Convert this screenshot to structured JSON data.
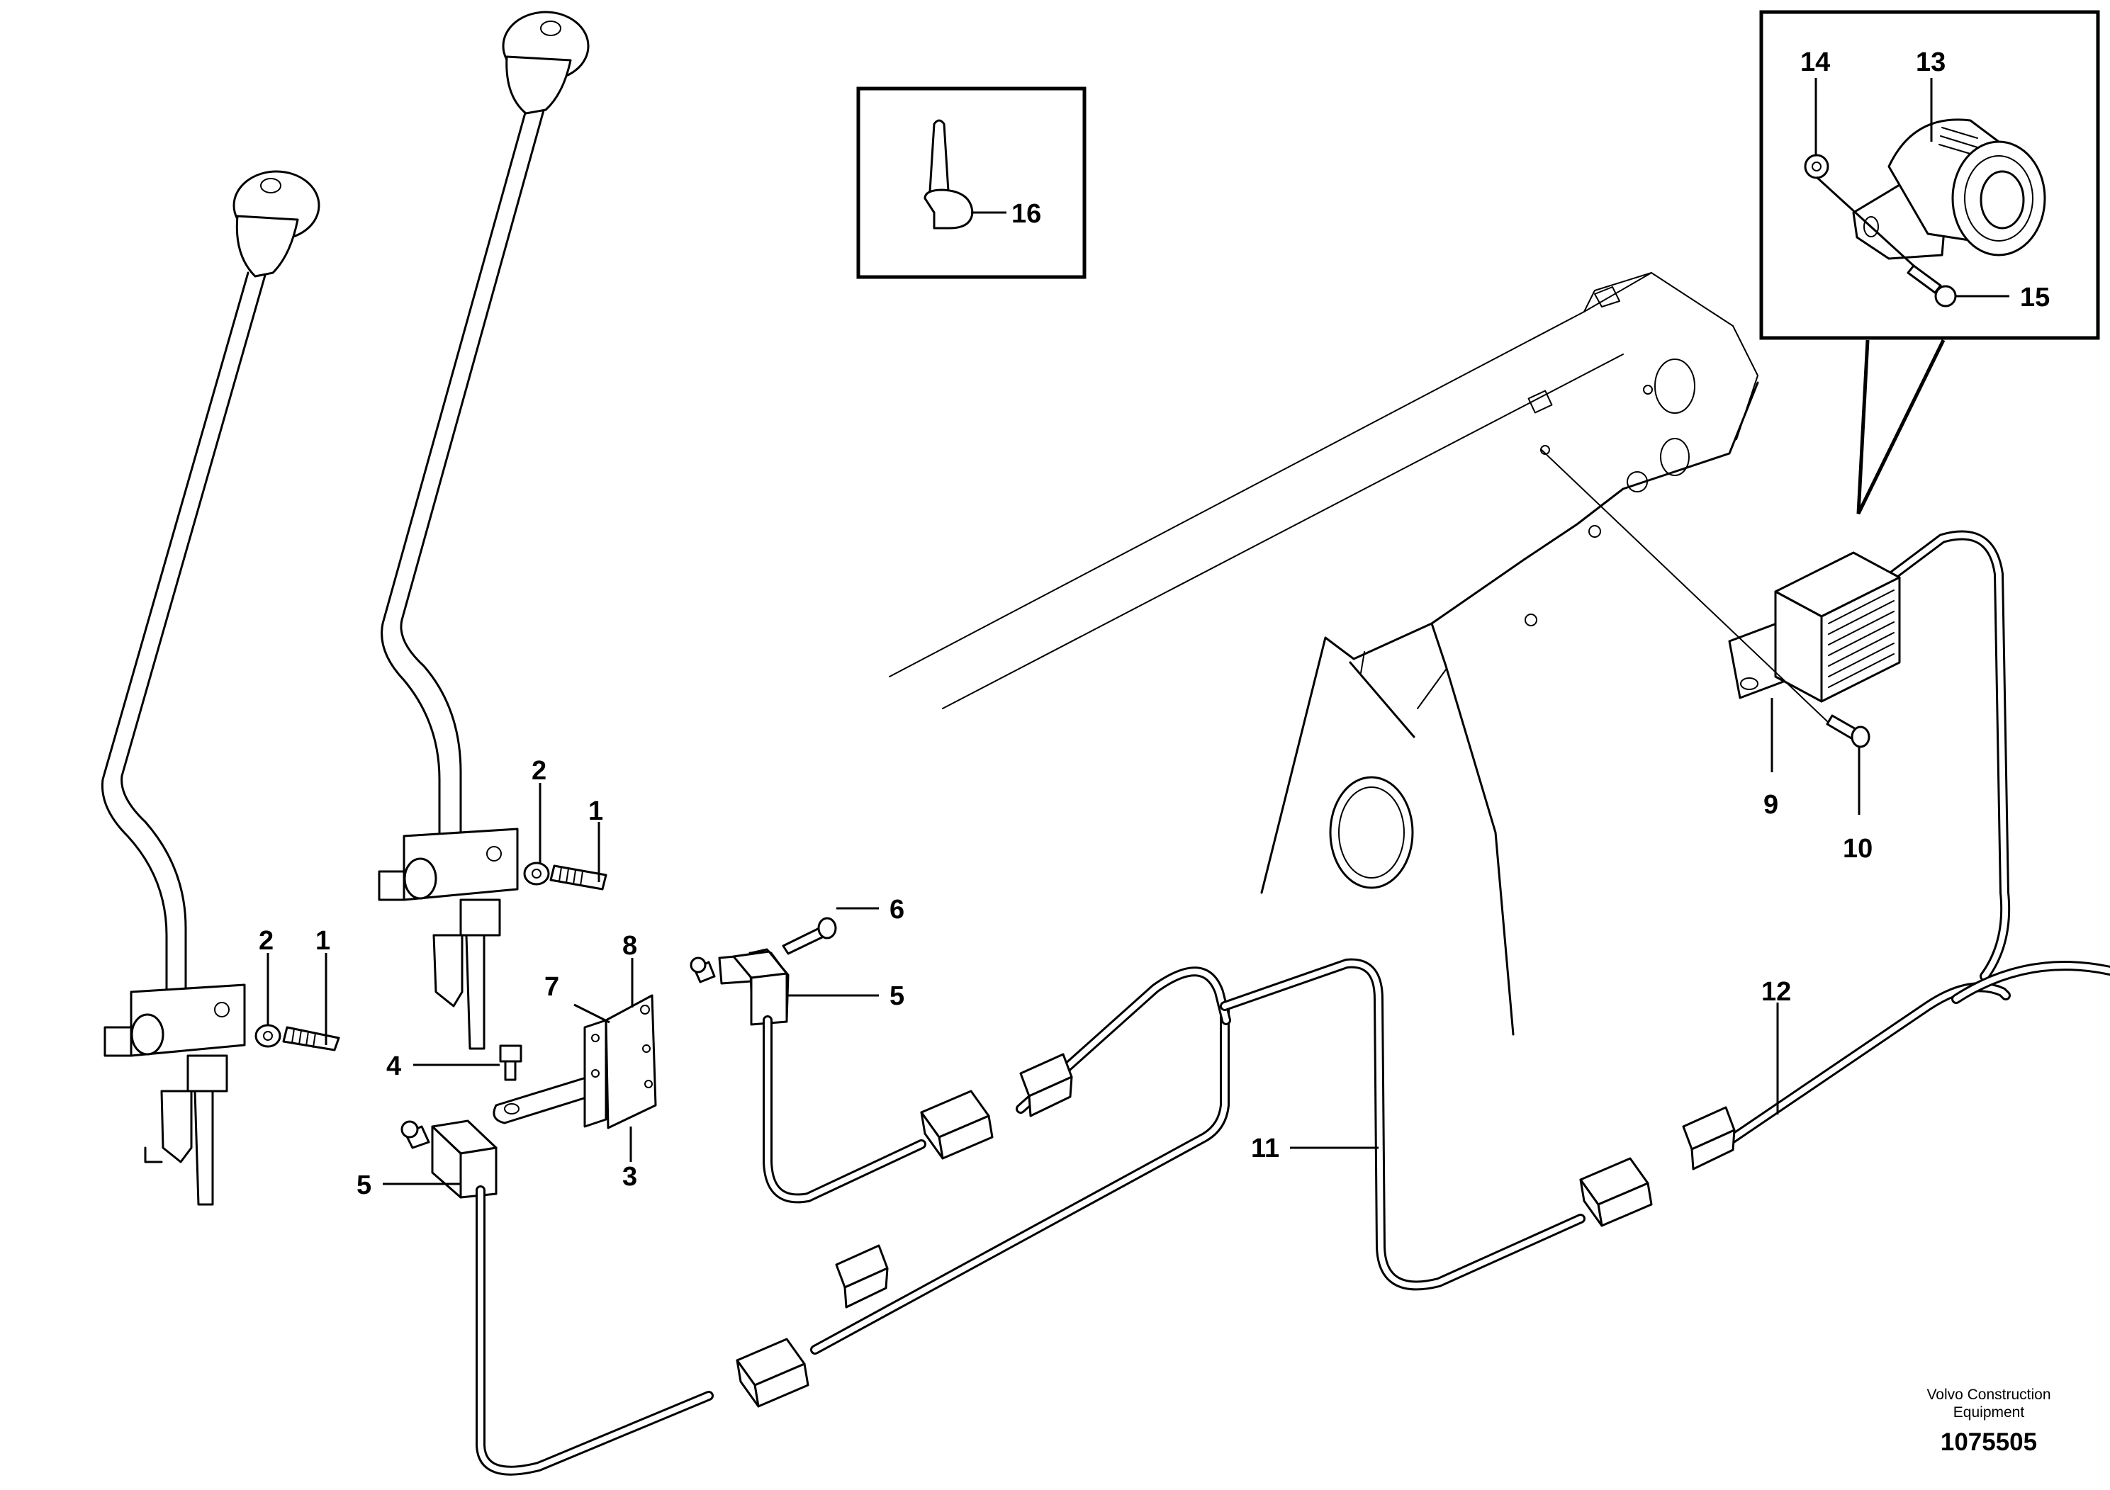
{
  "callouts": {
    "c1a": "1",
    "c1b": "1",
    "c2a": "2",
    "c2b": "2",
    "c3": "3",
    "c4": "4",
    "c5a": "5",
    "c5b": "5",
    "c6": "6",
    "c7": "7",
    "c8": "8",
    "c9": "9",
    "c10": "10",
    "c11": "11",
    "c12": "12",
    "c13": "13",
    "c14": "14",
    "c15": "15",
    "c16": "16"
  },
  "footer": {
    "brand_line1": "Volvo Construction",
    "brand_line2": "Equipment",
    "doc_number": "1075505"
  }
}
